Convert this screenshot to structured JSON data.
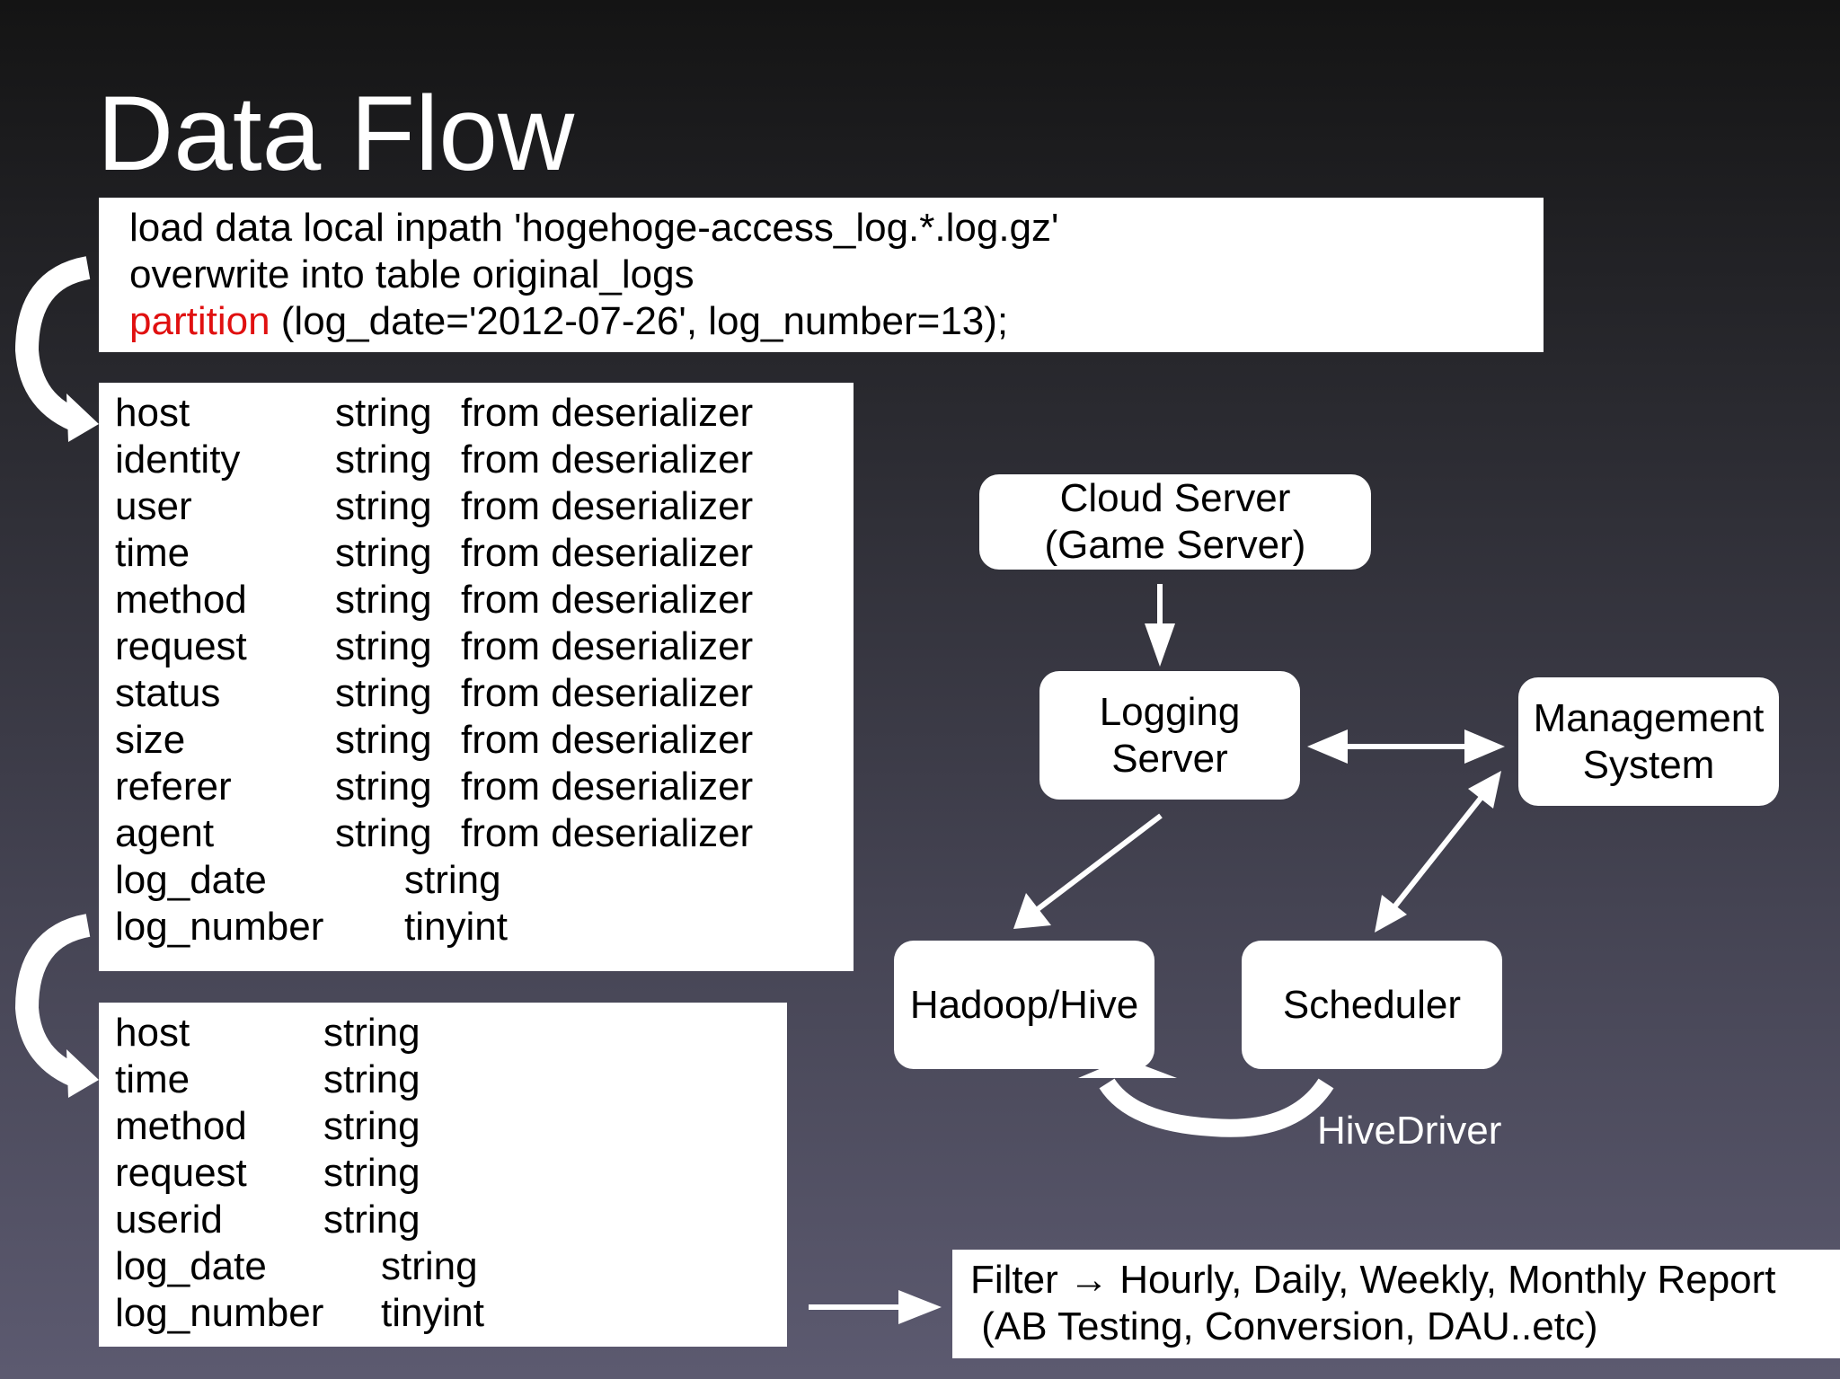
{
  "title": "Data Flow",
  "sql": {
    "line1": "load data local inpath 'hogehoge-access_log.*.log.gz'",
    "line2": "overwrite into table original_logs",
    "line3_keyword": "partition",
    "line3_rest": " (log_date='2012-07-26', log_number=13);"
  },
  "schema_original": [
    {
      "name": "host",
      "type": "string",
      "comment": "from deserializer"
    },
    {
      "name": "identity",
      "type": "string",
      "comment": "from deserializer"
    },
    {
      "name": "user",
      "type": "string",
      "comment": "from deserializer"
    },
    {
      "name": "time",
      "type": "string",
      "comment": "from deserializer"
    },
    {
      "name": "method",
      "type": "string",
      "comment": "from deserializer"
    },
    {
      "name": "request",
      "type": "string",
      "comment": "from deserializer"
    },
    {
      "name": "status",
      "type": "string",
      "comment": "from deserializer"
    },
    {
      "name": "size",
      "type": "string",
      "comment": "from deserializer"
    },
    {
      "name": "referer",
      "type": "string",
      "comment": "from deserializer"
    },
    {
      "name": "agent",
      "type": "string",
      "comment": "from deserializer"
    },
    {
      "name": "log_date",
      "type": "string",
      "comment": ""
    },
    {
      "name": "log_number",
      "type": "tinyint",
      "comment": ""
    }
  ],
  "schema_filtered": [
    {
      "name": "host",
      "type": "string"
    },
    {
      "name": "time",
      "type": "string"
    },
    {
      "name": "method",
      "type": "string"
    },
    {
      "name": "request",
      "type": "string"
    },
    {
      "name": "userid",
      "type": "string"
    },
    {
      "name": "log_date",
      "type": "string"
    },
    {
      "name": "log_number",
      "type": "tinyint"
    }
  ],
  "filter": {
    "line1": "Filter → Hourly, Daily, Weekly, Monthly Report",
    "line2": " (AB Testing, Conversion, DAU..etc)"
  },
  "nodes": {
    "cloud_line1": "Cloud Server",
    "cloud_line2": "(Game Server)",
    "logging_line1": "Logging",
    "logging_line2": "Server",
    "management_line1": "Management",
    "management_line2": "System",
    "hadoop": "Hadoop/Hive",
    "scheduler": "Scheduler"
  },
  "hive_driver_label": "HiveDriver",
  "colors": {
    "keyword": "#e01010",
    "box": "#ffffff",
    "arrow": "#ffffff"
  }
}
